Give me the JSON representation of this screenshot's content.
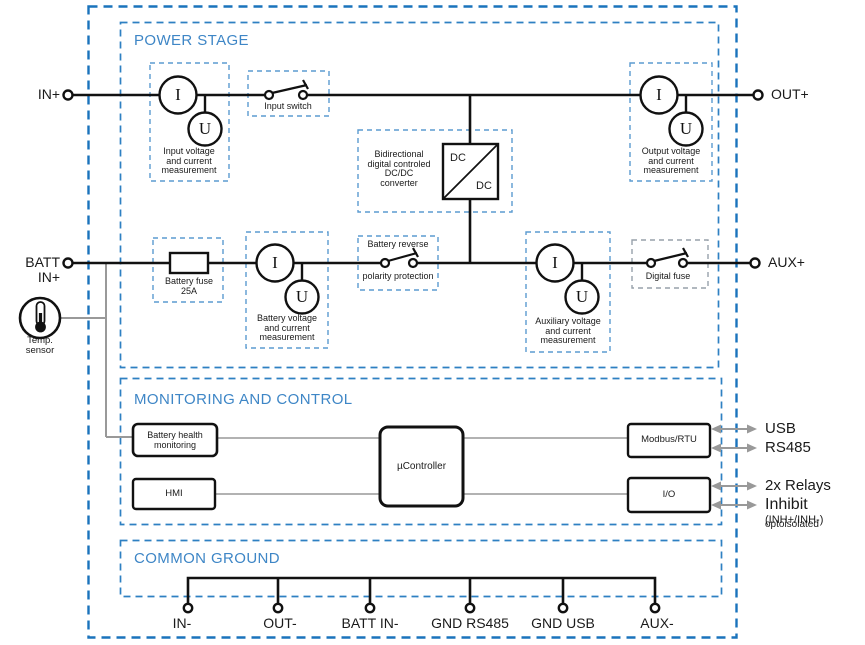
{
  "colors": {
    "accent_blue": "#2e80c2",
    "outer_blue": "#1a73bc",
    "component_blue": "#5b9bd0",
    "digital_fuse_gray": "#97a1aa",
    "line_black": "#111111",
    "line_gray": "#999999"
  },
  "sections": {
    "power_stage": "POWER STAGE",
    "monitoring": "MONITORING AND CONTROL",
    "common_ground": "COMMON GROUND"
  },
  "terminals": {
    "in_plus": "IN+",
    "out_plus": "OUT+",
    "batt_in_plus": "BATT IN+",
    "aux_plus": "AUX+",
    "in_minus": "IN-",
    "out_minus": "OUT-",
    "batt_in_minus": "BATT IN-",
    "gnd_rs485": "GND RS485",
    "gnd_usb": "GND USB",
    "aux_minus": "AUX-"
  },
  "power_stage": {
    "input_measurement": {
      "i": "I",
      "u": "U",
      "label": "Input voltage\nand current\nmeasurement"
    },
    "input_switch": {
      "label": "Input switch"
    },
    "converter": {
      "label": "Bidirectional\ndigital controled\nDC/DC\nconverter",
      "dc_top": "DC",
      "dc_bottom": "DC"
    },
    "output_measurement": {
      "i": "I",
      "u": "U",
      "label": "Output voltage\nand current\nmeasurement"
    },
    "battery_fuse": {
      "label": "Battery fuse\n25A"
    },
    "battery_measurement": {
      "i": "I",
      "u": "U",
      "label": "Battery voltage\nand current\nmeasurement"
    },
    "reverse_polarity": {
      "label_top": "Battery reverse",
      "label_bottom": "polarity protection"
    },
    "aux_measurement": {
      "i": "I",
      "u": "U",
      "label": "Auxiliary voltage\nand current\nmeasurement"
    },
    "digital_fuse": {
      "label": "Digital fuse"
    },
    "temp_sensor": {
      "label": "Temp.\nsensor"
    }
  },
  "monitoring": {
    "battery_health": "Battery health\nmonitoring",
    "hmi": "HMI",
    "mcu": "µController",
    "modbus": "Modbus/RTU",
    "io": "I/O"
  },
  "external": {
    "usb": "USB",
    "rs485": "RS485",
    "relays": "2x Relays",
    "inhibit": "Inhibit",
    "inhibit_note": "optoisolated",
    "inhibit_pins": "(INH+/INH-)"
  }
}
